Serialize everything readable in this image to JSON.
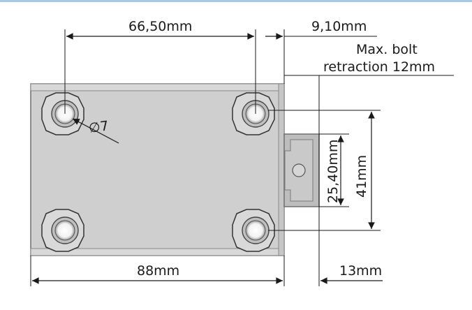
{
  "dimensions": {
    "hole_spacing": "66,50mm",
    "bolt_offset": "9,10mm",
    "max_bolt_line1": "Max. bolt",
    "max_bolt_line2": "retraction 12mm",
    "hole_diameter": "∅7",
    "bolt_width": "25,40mm",
    "hole_vertical_spacing": "41mm",
    "body_length": "88mm",
    "bolt_depth": "13mm"
  },
  "colors": {
    "body_fill": "#cfcfcf",
    "body_stroke": "#6e6e6e",
    "nut_fill": "#d9d9d9",
    "bolt_fill": "#bdbdbd",
    "line": "#1a1a1a",
    "accent_rule": "#a9c8e6"
  }
}
